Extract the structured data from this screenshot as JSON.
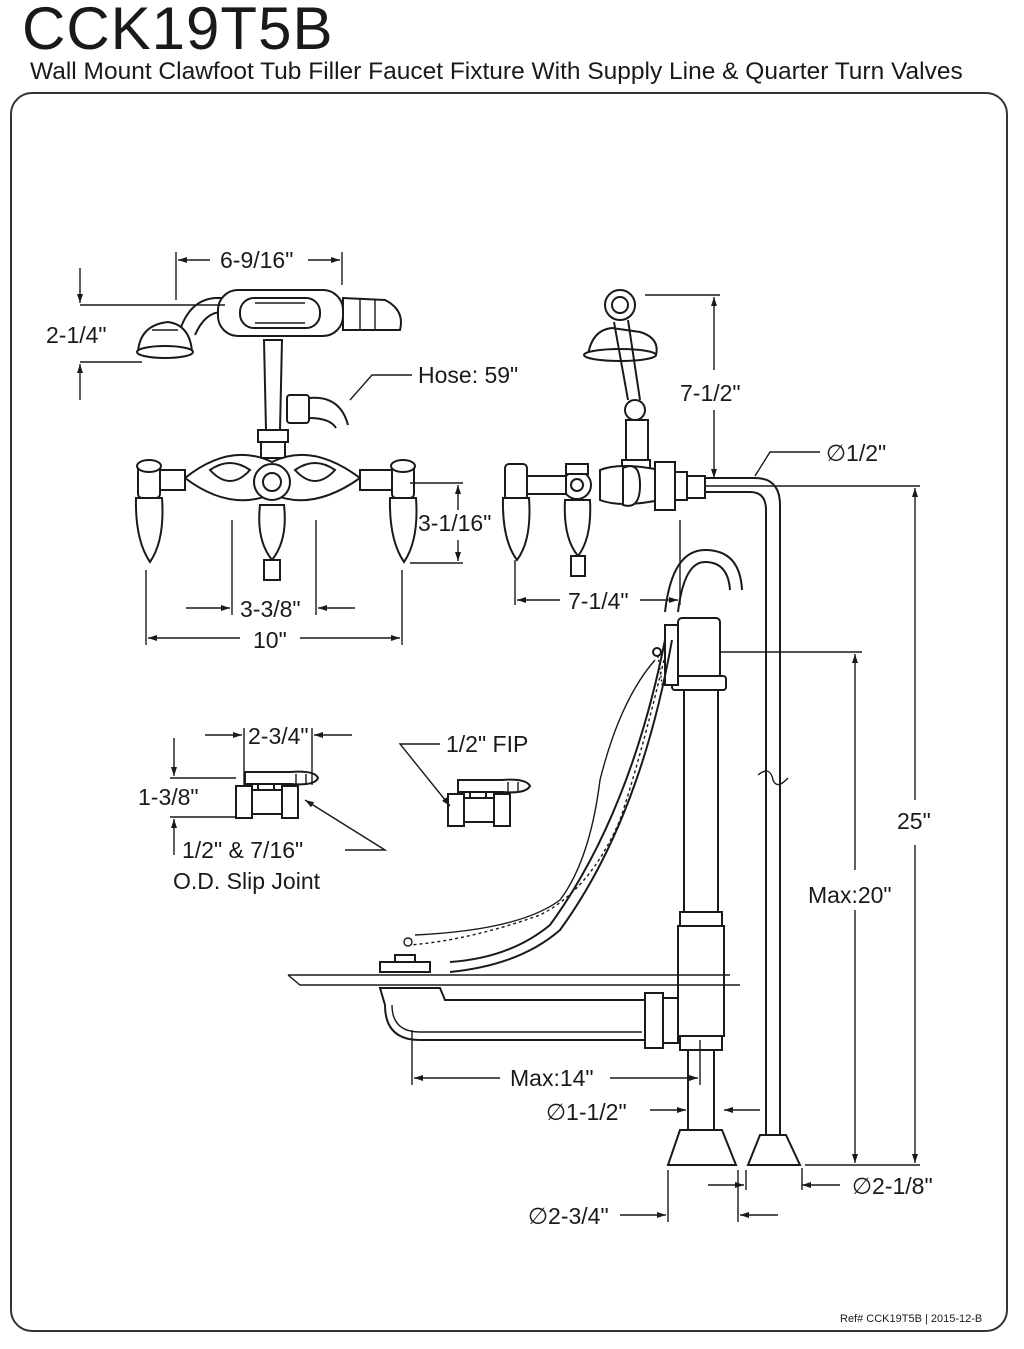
{
  "header": {
    "model": "CCK19T5B",
    "description": "Wall Mount Clawfoot Tub Filler Faucet Fixture With Supply Line & Quarter Turn Valves"
  },
  "dimensions": {
    "handshower_width": "6-9/16\"",
    "handshower_height": "2-1/4\"",
    "hose_length": "Hose: 59\"",
    "handle_height": "3-1/16\"",
    "center_spacing": "3-3/8\"",
    "overall_width": "10\"",
    "projection": "7-1/4\"",
    "handshower_rise": "7-1/2\"",
    "supply_diameter": "∅1/2\"",
    "overall_height": "25\"",
    "max_height": "Max:20\"",
    "drain_length": "Max:14\"",
    "drain_diameter": "∅1-1/2\"",
    "base_diameter": "∅2-3/4\"",
    "supply_base_diameter": "∅2-1/8\"",
    "valve_width": "2-3/4\"",
    "valve_height": "1-3/8\"",
    "valve_fip": "1/2\" FIP",
    "slip_joint_1": "1/2\" & 7/16\"",
    "slip_joint_2": "O.D. Slip Joint"
  },
  "footer": {
    "reference": "Ref# CCK19T5B | 2015-12-B"
  }
}
